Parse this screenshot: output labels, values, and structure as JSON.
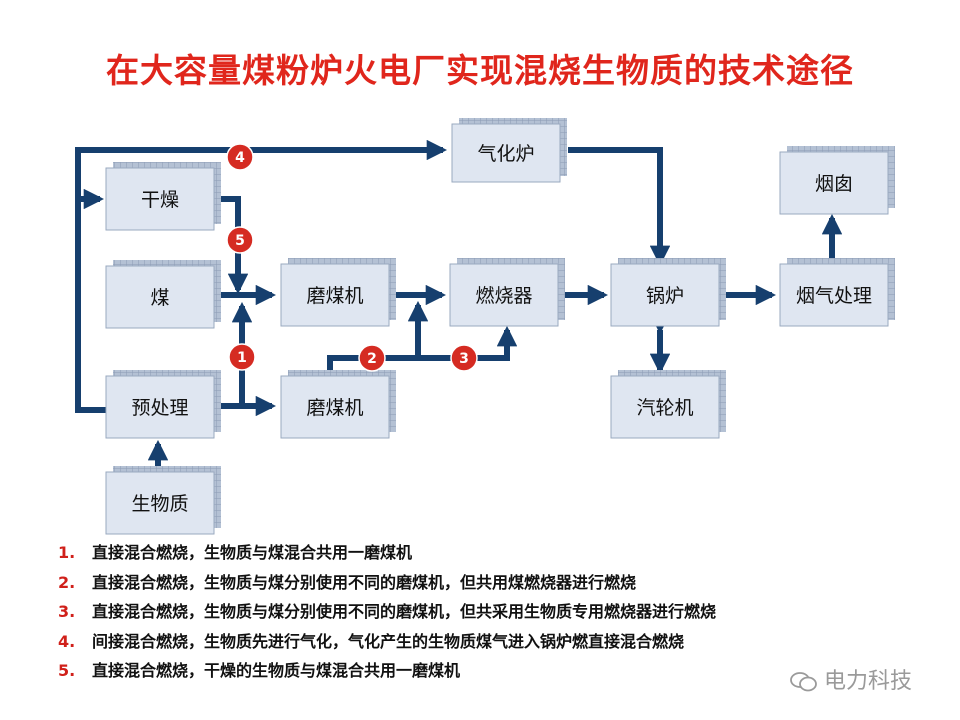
{
  "title": "在大容量煤粉炉火电厂实现混烧生物质的技术途径",
  "boxes": {
    "gasifier": "气化炉",
    "dryer": "干燥",
    "coal": "煤",
    "mill_top": "磨煤机",
    "burner": "燃烧器",
    "boiler": "锅炉",
    "flue_treat": "烟气处理",
    "chimney": "烟囱",
    "pretreat": "预处理",
    "mill_bottom": "磨煤机",
    "turbine": "汽轮机",
    "biomass": "生物质"
  },
  "route_markers": [
    "1",
    "2",
    "3",
    "4",
    "5"
  ],
  "notes": [
    {
      "n": "1.",
      "text": "直接混合燃烧，生物质与煤混合共用一磨煤机"
    },
    {
      "n": "2.",
      "text": "直接混合燃烧，生物质与煤分别使用不同的磨煤机，但共用煤燃烧器进行燃烧"
    },
    {
      "n": "3.",
      "text": "直接混合燃烧，生物质与煤分别使用不同的磨煤机，但共采用生物质专用燃烧器进行燃烧"
    },
    {
      "n": "4.",
      "text": "间接混合燃烧，生物质先进行气化，气化产生的生物质煤气进入锅炉燃直接混合燃烧"
    },
    {
      "n": "5.",
      "text": "直接混合燃烧，干燥的生物质与煤混合共用一磨煤机"
    }
  ],
  "watermark": "电力科技",
  "colors": {
    "title": "#e0261c",
    "arrow": "#163f6e",
    "marker_fill": "#d52b22",
    "box_fill": "#dfe6f1",
    "box_shadow": "#a7b6cc"
  }
}
